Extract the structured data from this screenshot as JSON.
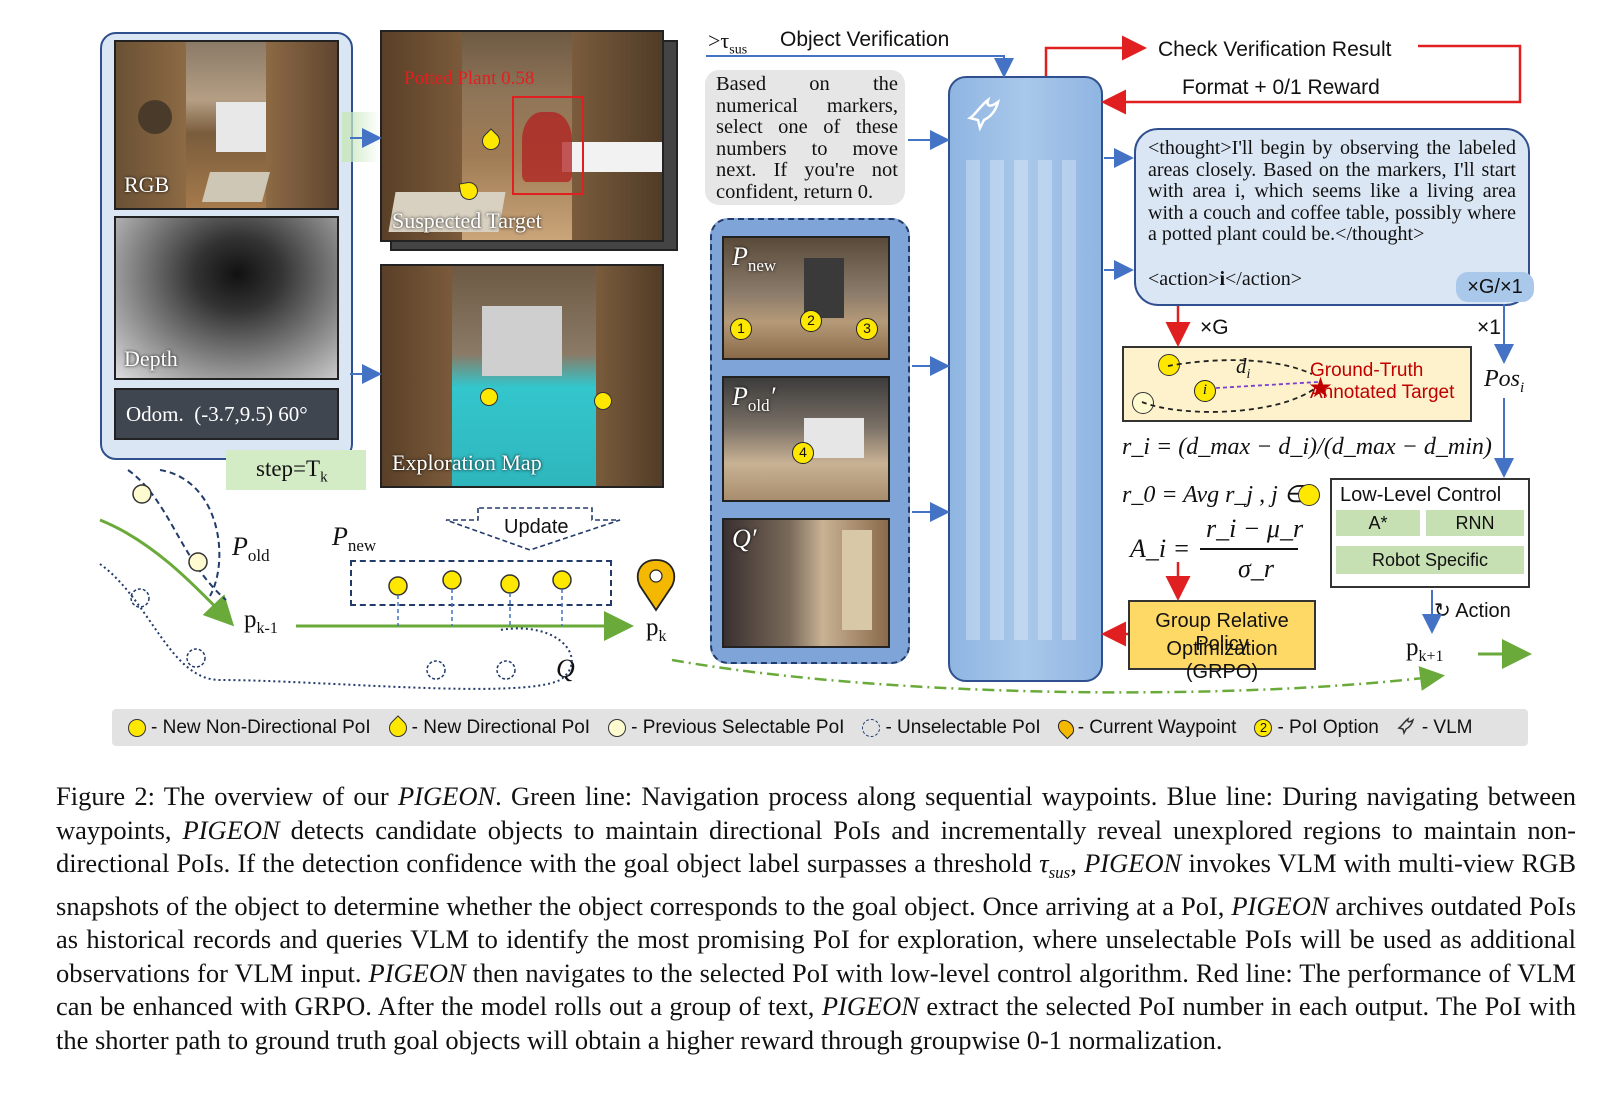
{
  "labels": {
    "rgb": "RGB",
    "depth": "Depth",
    "odom": "Odom.  (-3.7,9.5) 60°",
    "step": "step=T",
    "step_sub": "k",
    "suspected": "Suspected Target",
    "detection": "Potted Plant 0.58",
    "exploration": "Exploration Map",
    "tau": ">τ",
    "tau_sub": "sus",
    "object_verification": "Object Verification",
    "check_result": "Check Verification Result",
    "format_reward": "Format + 0/1 Reward",
    "prompt": "Based on the numerical markers, select one of these numbers to move next. If you're not confident, return 0.",
    "p_new_img": "P",
    "p_new_img_sub": "new",
    "p_old_img": "P",
    "p_old_img_sub": "old",
    "q_img": "Q′",
    "thought": "<thought>I'll begin by observing the labeled areas closely. Based on the markers, I'll start with area i, which seems like a living area with a couch and coffee table, possibly where a potted plant could be.</thought>",
    "action_open": "<action>",
    "action_val": "i",
    "action_close": "</action>",
    "xg_x1": "×G/×1",
    "xg": "×G",
    "x1": "×1",
    "pos_i": "Pos",
    "pos_sub": "i",
    "d_i": "d",
    "d_sub": "i",
    "ground_truth": "Ground-Truth",
    "annotated_target": "Annotated Target",
    "reward_formula": "r_i = (d_max − d_i)/(d_max − d_min)",
    "r0_formula": "r_0 = Avg r_j , j ∈",
    "adv_formula_lhs": "A_i =",
    "adv_num": "r_i − μ_r",
    "adv_den": "σ_r",
    "grpo_line1": "Group Relative Policy",
    "grpo_line2": "Optimization (GRPO)",
    "low_level": "Low-Level Control",
    "astar": "A*",
    "rnn": "RNN",
    "robot_specific": "Robot Specific",
    "action": "Action",
    "update": "Update",
    "p_old": "P",
    "p_old_sub": "old",
    "p_new": "P",
    "p_new_sub": "new",
    "q": "Q",
    "pk_1": "p",
    "pk_1_sub": "k-1",
    "pk": "p",
    "pk_sub": "k",
    "pk1": "p",
    "pk1_sub": "k+1"
  },
  "options": [
    "1",
    "2",
    "3",
    "4",
    "i"
  ],
  "legend": [
    {
      "icon": "new-non-directional-poi-icon",
      "label": "- New Non-Directional PoI"
    },
    {
      "icon": "new-directional-poi-icon",
      "label": "- New Directional PoI"
    },
    {
      "icon": "previous-selectable-poi-icon",
      "label": "- Previous Selectable PoI"
    },
    {
      "icon": "unselectable-poi-icon",
      "label": "- Unselectable PoI"
    },
    {
      "icon": "current-waypoint-icon",
      "label": "- Current Waypoint"
    },
    {
      "icon": "poi-option-icon",
      "option": "2",
      "label": "- PoI Option"
    },
    {
      "icon": "vlm-icon",
      "label": "- VLM"
    }
  ],
  "caption": {
    "fig": "Figure 2: The overview of our ",
    "name": "PIGEON",
    "s1": ". Green line: Navigation process along sequential waypoints. Blue line: During navigating between waypoints, ",
    "s2": " detects candidate objects to maintain directional PoIs and incrementally reveal unexplored regions to maintain non-directional PoIs. If the detection confidence with the goal object label surpasses a threshold ",
    "tau": "τ",
    "tau_sub": "sus",
    "s3a": ", ",
    "name_split": "PIGEON",
    "s3": " invokes VLM with multi-view RGB snapshots of the object to determine whether the object corresponds to the goal object. Once arriving at a PoI, ",
    "s4": " archives outdated PoIs as historical records and queries VLM to identify the most promising PoI for exploration, where unselectable PoIs will be used as additional observations for VLM input. ",
    "s5": " then navigates to the selected PoI with low-level control algorithm. Red line: The performance of VLM can be enhanced with GRPO. After the model rolls out a group of text, ",
    "s6": " extract the selected PoI number in each output. The PoI with the shorter path to ground truth goal objects will obtain a higher reward through groupwise 0-1 normalization."
  },
  "colors": {
    "accent_blue": "#4472c4",
    "red": "#e02020",
    "green": "#6aaa3a",
    "poi_yellow": "#ffe800",
    "vlm_blue": "#a9c8ea",
    "grpo_fill": "#ffd966",
    "panel_bg": "#dbe6f4",
    "cyan_map": "#33c6cc"
  }
}
